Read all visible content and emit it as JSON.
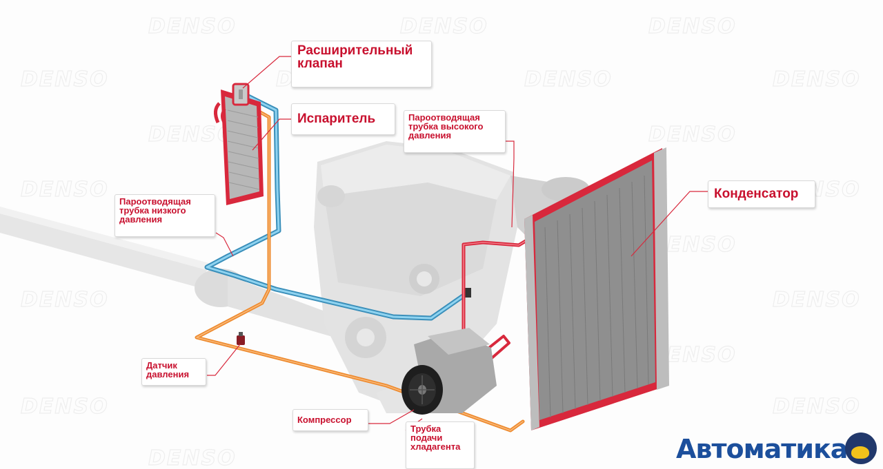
{
  "watermark": {
    "text": "DENSO"
  },
  "labels": {
    "expansion_valve": "Расширительный\nклапан",
    "evaporator": "Испаритель",
    "high_pressure_pipe": "Пароотводящая\nтрубка высокого\nдавления",
    "low_pressure_pipe": "Пароотводящая\nтрубка низкого\nдавления",
    "condenser": "Конденсатор",
    "pressure_sensor": "Датчик\nдавления",
    "compressor": "Компрессор",
    "supply_pipe": "Трубка\nподачи\nхладагента"
  },
  "logo": {
    "text": "Автоматика"
  },
  "colors": {
    "callout_text": "#c8102e",
    "blue_pipe": "#4aa8d6",
    "orange_pipe": "#ee8a2e",
    "red_pipe": "#d8283c",
    "logo_blue": "#1c4f9c",
    "logo_yellow": "#f2c21b"
  }
}
